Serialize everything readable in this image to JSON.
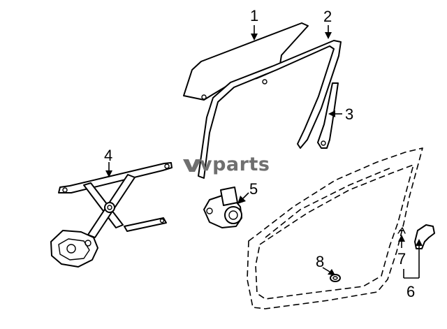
{
  "watermark": {
    "text": "vparts",
    "color": "#6f6f6f"
  },
  "callouts": [
    {
      "id": "1",
      "label": "1"
    },
    {
      "id": "2",
      "label": "2"
    },
    {
      "id": "3",
      "label": "3"
    },
    {
      "id": "4",
      "label": "4"
    },
    {
      "id": "5",
      "label": "5"
    },
    {
      "id": "6",
      "label": "6"
    },
    {
      "id": "7",
      "label": "7"
    },
    {
      "id": "8",
      "label": "8"
    }
  ],
  "colors": {
    "line": "#000000",
    "background": "#ffffff"
  }
}
